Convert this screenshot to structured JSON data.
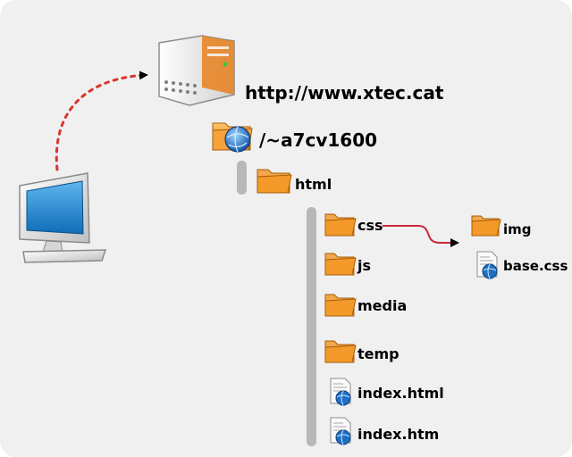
{
  "server": {
    "url": "http://www.xtec.cat"
  },
  "user_folder": {
    "label": "/~a7cv1600"
  },
  "html_folder": {
    "label": "html"
  },
  "html_children": [
    {
      "label": "css",
      "icon": "folder-icon"
    },
    {
      "label": "js",
      "icon": "folder-icon"
    },
    {
      "label": "media",
      "icon": "folder-icon"
    },
    {
      "label": "temp",
      "icon": "folder-icon"
    },
    {
      "label": "index.html",
      "icon": "web-document-icon"
    },
    {
      "label": "index.htm",
      "icon": "web-document-icon"
    }
  ],
  "css_children": [
    {
      "label": "img",
      "icon": "folder-icon"
    },
    {
      "label": "base.css",
      "icon": "web-document-icon"
    }
  ],
  "colors": {
    "folder": "#f39a2a",
    "connector": "#d9342b",
    "tree_bar": "#b8b8b8",
    "monitor_screen": "#1e8ad6",
    "server_accent": "#e8801c"
  }
}
